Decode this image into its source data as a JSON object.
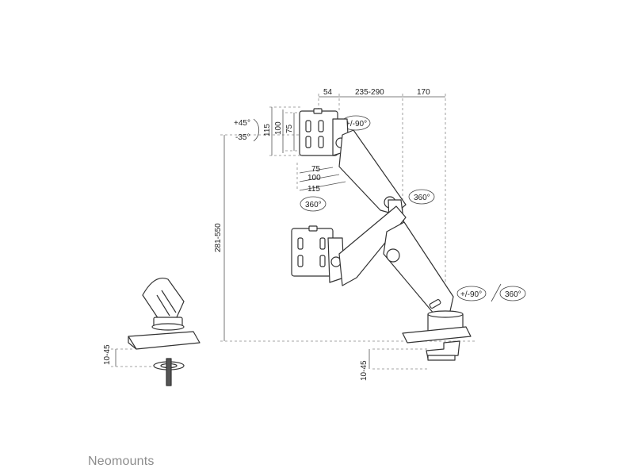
{
  "dimensions": {
    "top_54": "54",
    "top_235_290": "235-290",
    "top_170": "170",
    "height_281_550": "281-550",
    "vesa_115_v": "115",
    "vesa_100_v": "100",
    "vesa_75_v": "75",
    "vesa_75_h": "75",
    "vesa_100_h": "100",
    "vesa_115_h": "115",
    "clamp_left": "10-45",
    "clamp_right": "10-45"
  },
  "angles": {
    "tilt_up": "+45°",
    "tilt_down": "-35°",
    "rotate_head": "+/-90°",
    "swivel_mid": "360°",
    "swivel_head": "360°",
    "rotate_base": "+/-90°",
    "swivel_base": "360°"
  },
  "brand": {
    "name": "Neomounts"
  },
  "colors": {
    "line": "#333333",
    "dim_line": "#777777",
    "brand": "#8c8c8c"
  }
}
